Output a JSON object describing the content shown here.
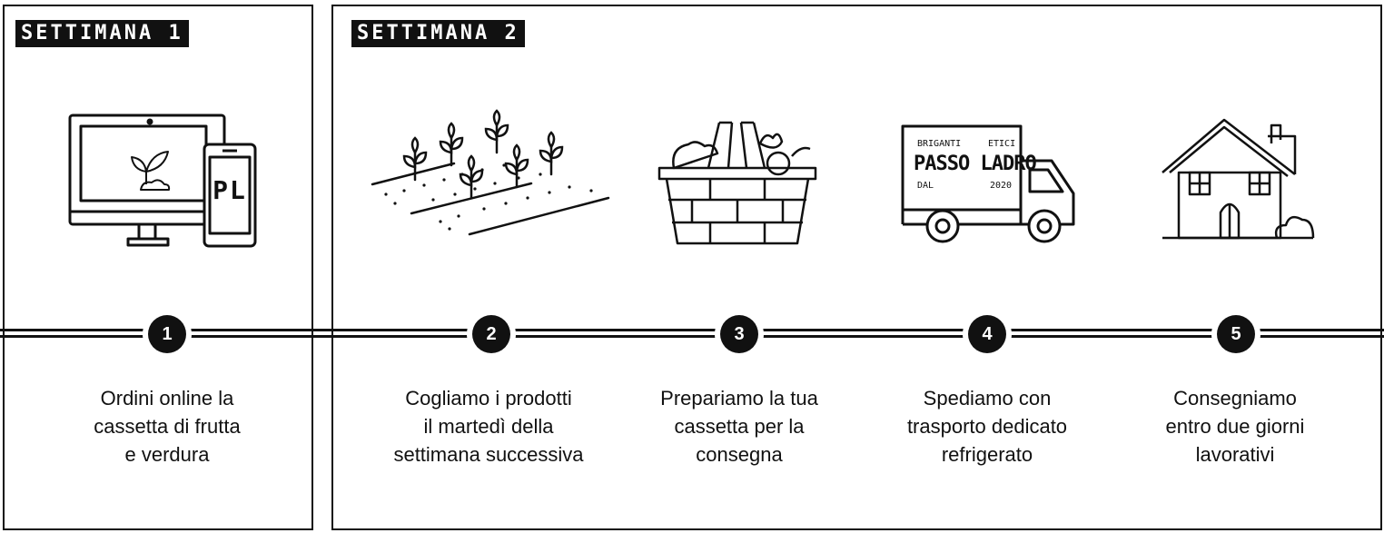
{
  "weeks": [
    {
      "label": "SETTIMANA 1"
    },
    {
      "label": "SETTIMANA 2"
    }
  ],
  "steps": [
    {
      "number": "1",
      "icon": "devices-icon",
      "lines": [
        "Ordini online la",
        "cassetta di frutta",
        "e verdura"
      ]
    },
    {
      "number": "2",
      "icon": "field-plants-icon",
      "lines": [
        "Cogliamo i prodotti",
        "il martedì della",
        "settimana successiva"
      ]
    },
    {
      "number": "3",
      "icon": "basket-icon",
      "lines": [
        "Prepariamo la tua",
        "cassetta per la",
        "consegna"
      ]
    },
    {
      "number": "4",
      "icon": "delivery-truck-icon",
      "lines": [
        "Spediamo con",
        "trasporto dedicato",
        "refrigerato"
      ]
    },
    {
      "number": "5",
      "icon": "house-icon",
      "lines": [
        "Consegniamo",
        "entro due giorni",
        "lavorativi"
      ]
    }
  ],
  "phone_logo": "PL",
  "truck_brand": {
    "top_left": "BRIGANTI",
    "top_right": "ETICI",
    "name": "PASSO LADRO",
    "bottom_left": "DAL",
    "bottom_right": "2020"
  }
}
